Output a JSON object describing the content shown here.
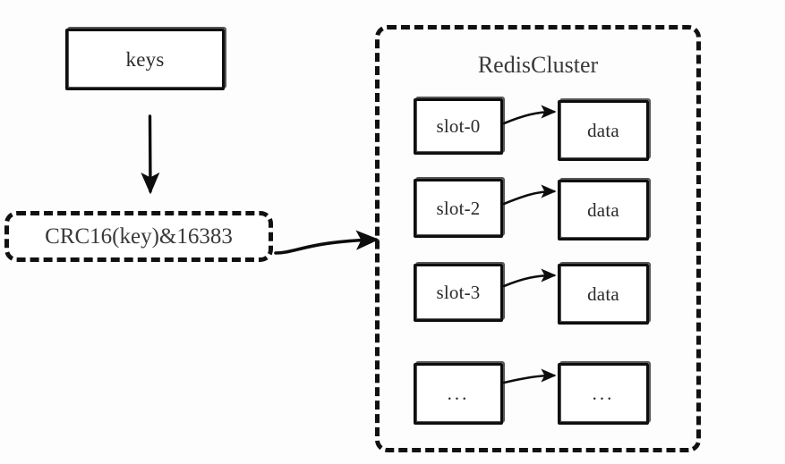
{
  "diagram": {
    "title_visible": false,
    "background_color": "#fdfdfd",
    "stroke_color": "#111111",
    "text_color": "#3a3a3a",
    "nodes": {
      "keys_box": {
        "label": "keys"
      },
      "hash_box": {
        "label": "CRC16(key)&16383"
      },
      "cluster": {
        "label": "RedisCluster"
      }
    },
    "rows": [
      {
        "slot_label": "slot-0",
        "data_label": "data"
      },
      {
        "slot_label": "slot-2",
        "data_label": "data"
      },
      {
        "slot_label": "slot-3",
        "data_label": "data"
      },
      {
        "slot_label": "...",
        "data_label": "..."
      }
    ],
    "edges": [
      {
        "name": "keys-to-hash",
        "from": "keys_box",
        "to": "hash_box",
        "style": "straight-down-arrow"
      },
      {
        "name": "hash-to-cluster",
        "from": "hash_box",
        "to": "cluster",
        "style": "curved-right-arrow"
      },
      {
        "name": "slot-0-to-data",
        "from": "slot-0",
        "to": "data",
        "style": "curved-right-arrow"
      },
      {
        "name": "slot-2-to-data",
        "from": "slot-2",
        "to": "data",
        "style": "curved-right-arrow"
      },
      {
        "name": "slot-3-to-data",
        "from": "slot-3",
        "to": "data",
        "style": "curved-right-arrow"
      },
      {
        "name": "ellipsis-to-data",
        "from": "...",
        "to": "...",
        "style": "curved-right-arrow"
      }
    ]
  }
}
